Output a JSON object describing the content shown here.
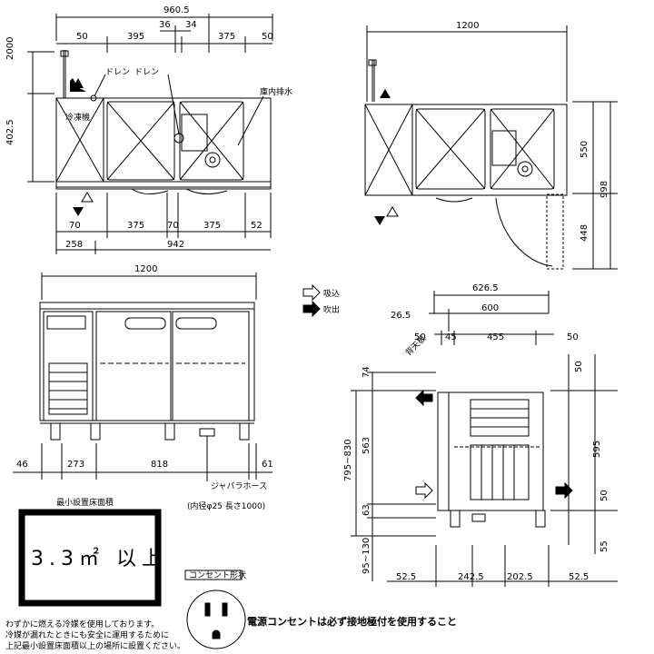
{
  "top_view": {
    "dims_top": [
      "960.5",
      "50",
      "395",
      "36",
      "34",
      "375",
      "50"
    ],
    "dims_left": [
      "2000",
      "402.5"
    ],
    "labels": {
      "drain1": "ドレン",
      "drain2": "ドレン",
      "inner_drain": "庫内排水",
      "freezer": "冷凍機"
    },
    "dims_bottom_row1": [
      "70",
      "375",
      "70",
      "375",
      "52"
    ],
    "dims_bottom_row2": [
      "258",
      "942"
    ]
  },
  "top_view2": {
    "width": "1200",
    "heights": [
      "550",
      "998",
      "448"
    ]
  },
  "front_view": {
    "width": "1200",
    "dims_bottom": [
      "46",
      "273",
      "818",
      "61"
    ],
    "hose_label": "ジャバラホース",
    "hose_spec": "(内径φ25  長さ1000)"
  },
  "legend": {
    "intake": "吸込",
    "exhaust": "吹出"
  },
  "side_view": {
    "dims_top": [
      "626.5",
      "26.5",
      "600",
      "50",
      "45",
      "455",
      "50"
    ],
    "top_label": "背天板",
    "dims_left": [
      "74",
      "795~830",
      "563",
      "63",
      "95~130"
    ],
    "dims_right": [
      "50",
      "595",
      "50",
      "55"
    ],
    "dims_bottom": [
      "52.5",
      "242.5",
      "202.5",
      "52.5"
    ]
  },
  "min_area": {
    "title": "最小設置床面積",
    "value": "3.3㎡ 以上"
  },
  "warnings": [
    "わずかに燃える冷媒を使用しております。",
    "冷媒が漏れたときにも安全に運用するために",
    "上記最小設置床面積以上の場所に設置ください。"
  ],
  "outlet": {
    "title": "コンセント形状",
    "note": "電源コンセントは必ず接地極付を使用すること"
  }
}
